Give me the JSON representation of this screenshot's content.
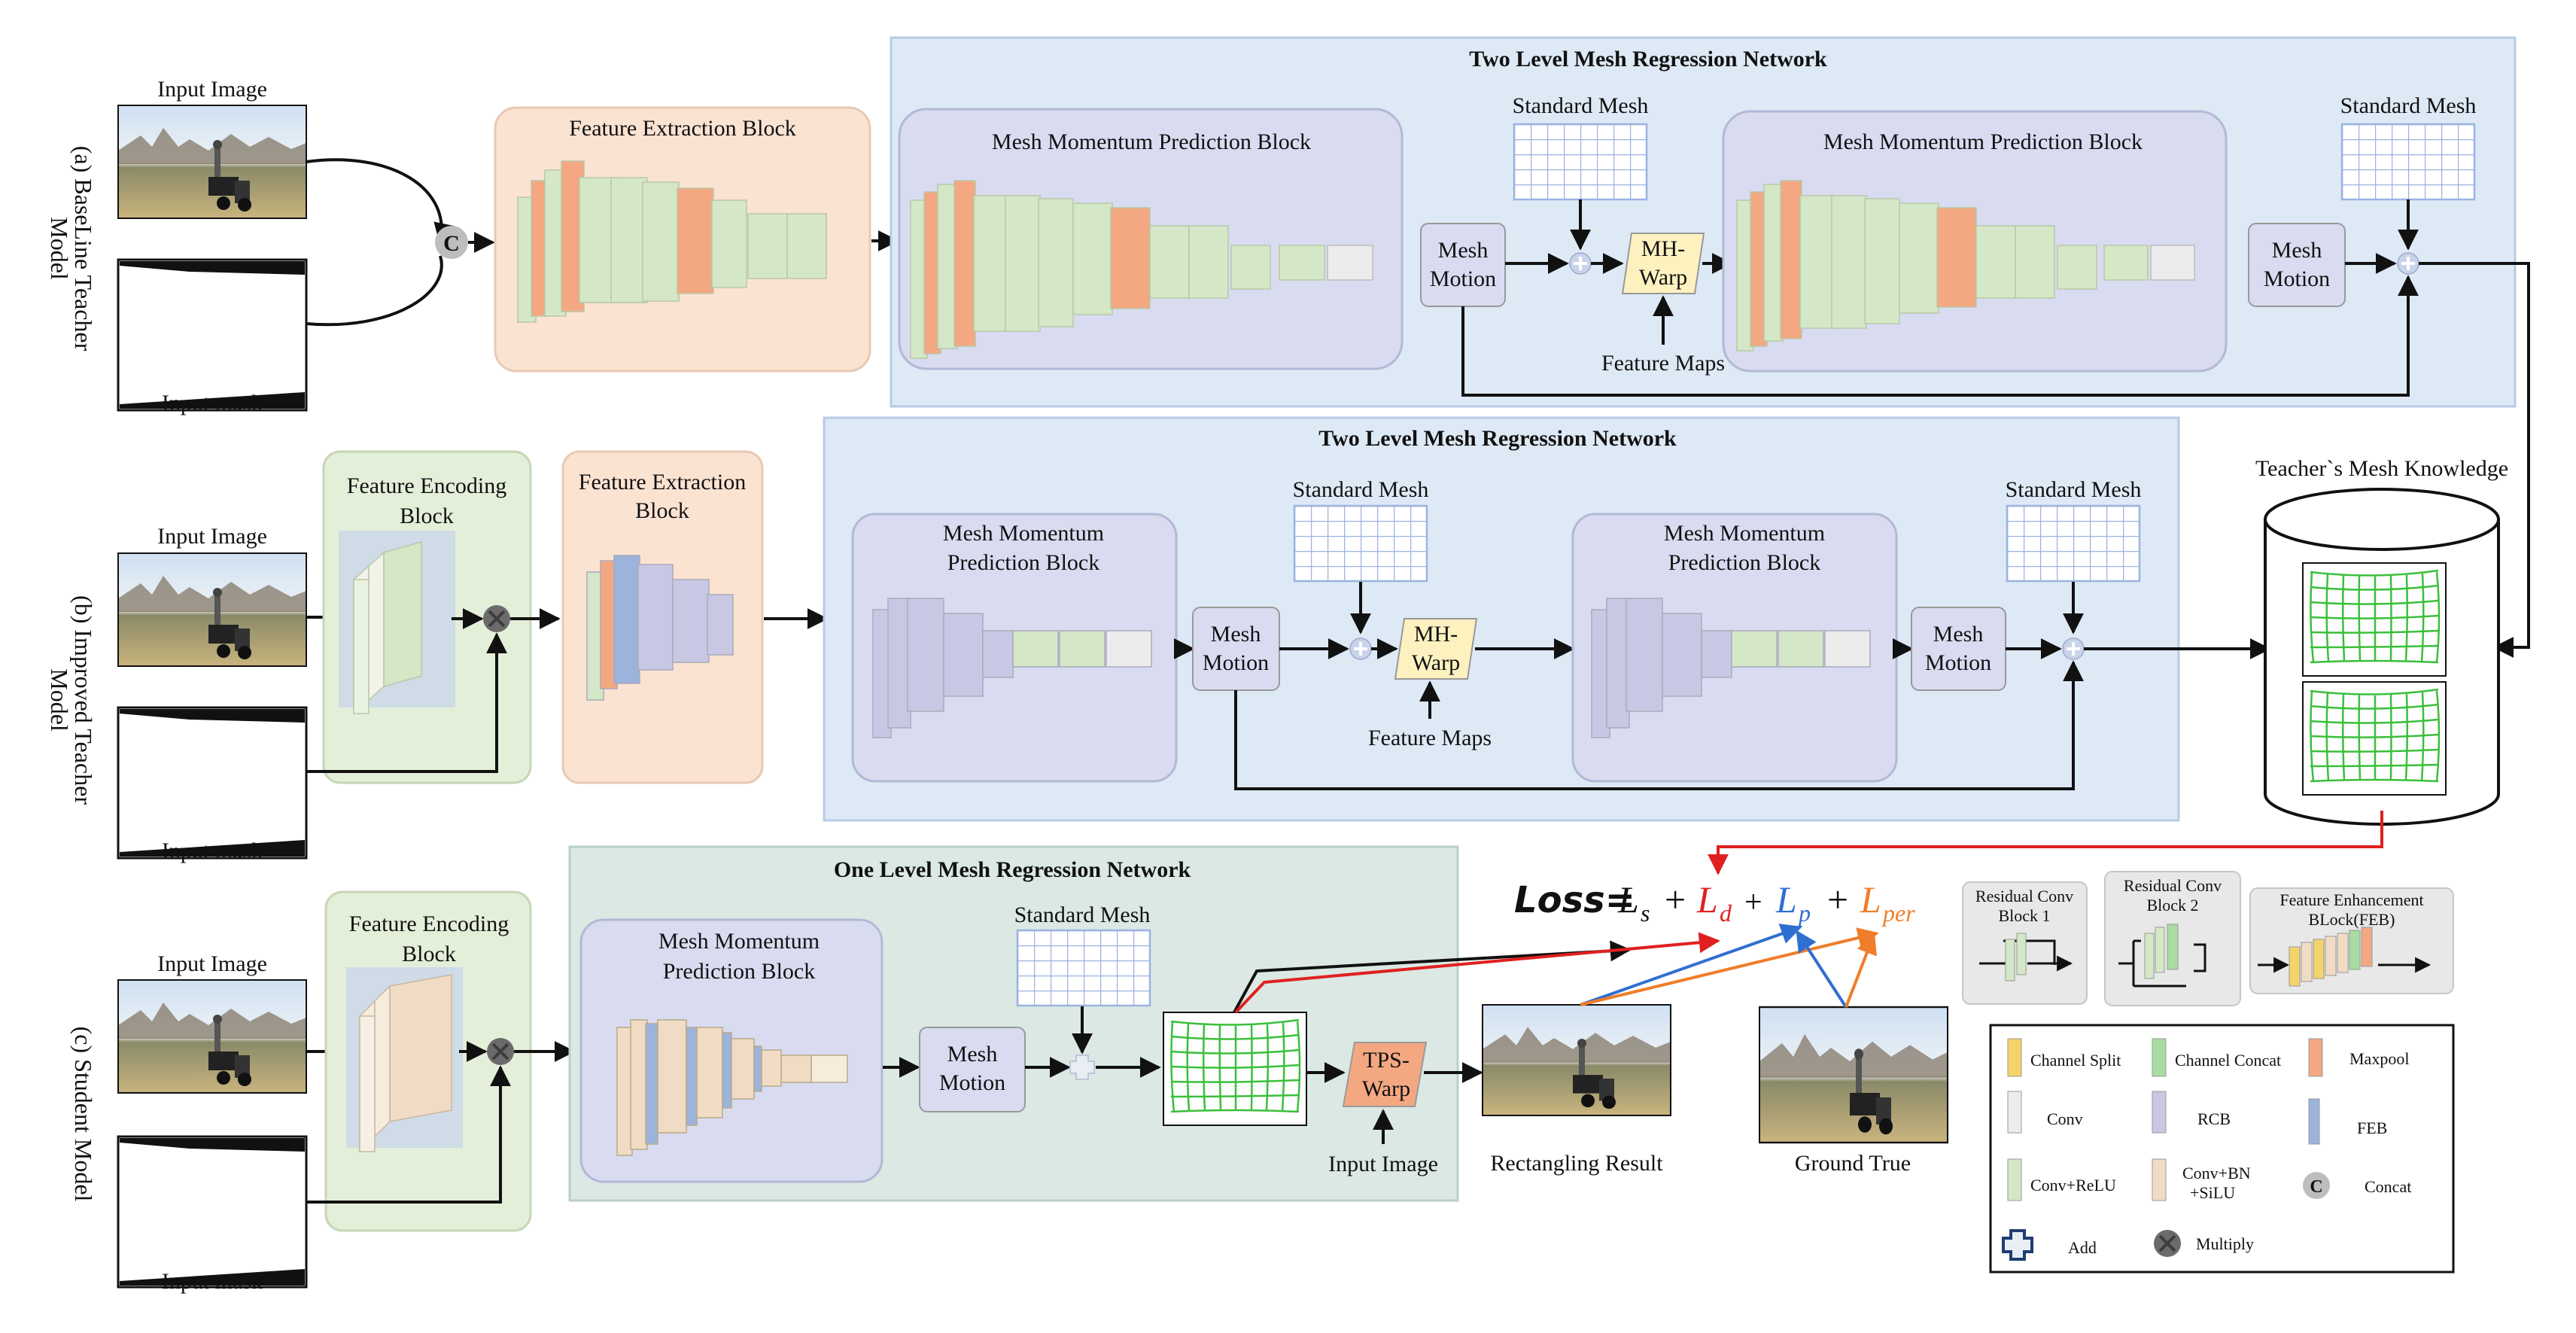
{
  "rows": {
    "a": {
      "label_line1": "(a) BaseLine Teacher",
      "label_line2": "Model",
      "input_image": "Input Image",
      "input_mask": "Input mask",
      "concat_symbol": "C",
      "feature_extraction": "Feature Extraction Block",
      "network_title": "Two Level Mesh Regression Network",
      "mmpb1": "Mesh Momentum Prediction Block",
      "mmpb2": "Mesh Momentum Prediction Block",
      "standard_mesh1": "Standard Mesh",
      "standard_mesh2": "Standard Mesh",
      "mesh_motion1_l1": "Mesh",
      "mesh_motion1_l2": "Motion",
      "mesh_motion2_l1": "Mesh",
      "mesh_motion2_l2": "Motion",
      "mh_warp_l1": "MH-",
      "mh_warp_l2": "Warp",
      "feature_maps": "Feature Maps"
    },
    "b": {
      "label_line1": "(b) Improved Teacher",
      "label_line2": "Model",
      "input_image": "Input Image",
      "input_mask": "Input mask",
      "feature_encoding_l1": "Feature Encoding",
      "feature_encoding_l2": "Block",
      "feature_extraction_l1": "Feature Extraction",
      "feature_extraction_l2": "Block",
      "network_title": "Two Level Mesh Regression Network",
      "mmpb1_l1": "Mesh Momentum",
      "mmpb1_l2": "Prediction Block",
      "mmpb2_l1": "Mesh Momentum",
      "mmpb2_l2": "Prediction Block",
      "standard_mesh1": "Standard Mesh",
      "standard_mesh2": "Standard Mesh",
      "mesh_motion1_l1": "Mesh",
      "mesh_motion1_l2": "Motion",
      "mesh_motion2_l1": "Mesh",
      "mesh_motion2_l2": "Motion",
      "mh_warp_l1": "MH-",
      "mh_warp_l2": "Warp",
      "feature_maps": "Feature Maps",
      "teacher_knowledge": "Teacher`s Mesh Knowledge"
    },
    "c": {
      "label": "(c) Student Model",
      "input_image": "Input Image",
      "input_mask": "Input mask",
      "feature_encoding_l1": "Feature Encoding",
      "feature_encoding_l2": "Block",
      "network_title": "One Level Mesh Regression Network",
      "mmpb_l1": "Mesh Momentum",
      "mmpb_l2": "Prediction Block",
      "standard_mesh": "Standard Mesh",
      "mesh_motion_l1": "Mesh",
      "mesh_motion_l2": "Motion",
      "tps_warp_l1": "TPS-",
      "tps_warp_l2": "Warp",
      "input_image2": "Input Image",
      "rectangling_result": "Rectangling Result",
      "ground_true": "Ground True"
    }
  },
  "loss": {
    "prefix": "Loss=",
    "ls": "L",
    "ls_sub": "s",
    "ld": "L",
    "ld_sub": "d",
    "lp": "L",
    "lp_sub": "p",
    "lper": "L",
    "lper_sub": "per",
    "plus": "+"
  },
  "blocks": {
    "residual1_l1": "Residual Conv",
    "residual1_l2": "Block 1",
    "residual2_l1": "Residual Conv",
    "residual2_l2": "Block 2",
    "feb_l1": "Feature Enhancement",
    "feb_l2": "BLock(FEB)"
  },
  "legend": {
    "channel_split": "Channel Split",
    "channel_concat": "Channel Concat",
    "maxpool": "Maxpool",
    "conv": "Conv",
    "rcb": "RCB",
    "feb": "FEB",
    "conv_relu": "Conv+ReLU",
    "conv_bn_l1": "Conv+BN",
    "conv_bn_l2": "+SiLU",
    "concat_symbol": "C",
    "concat": "Concat",
    "add": "Add",
    "multiply": "Multiply"
  },
  "colors": {
    "network_panel": "#dde9f5",
    "mmpb_panel": "#d9dcf0",
    "feature_extraction_panel": "#fbe3d2",
    "feature_encoding_panel": "#e4efd9",
    "student_network_panel": "#dbe8e3",
    "conv_relu": "#d4e8c8",
    "maxpool": "#f4a882",
    "conv": "#ececec",
    "rcb": "#c8c8e4",
    "feb": "#9cb4dc",
    "conv_bn_silu": "#f0dcc4",
    "channel_split": "#f4d36a",
    "channel_concat": "#a8dca0",
    "mesh_grid": "#3bbf3b",
    "standard_mesh_grid": "#9bb3e0",
    "loss_ld": "#e02020",
    "loss_lp": "#2f6fd0",
    "loss_lper": "#f07d2a"
  },
  "icons": [
    "concat-icon",
    "add-icon",
    "multiply-icon",
    "arrow-icon",
    "database-cylinder-icon",
    "photo-thumbnail",
    "mask-thumbnail",
    "mesh-grid-icon"
  ]
}
